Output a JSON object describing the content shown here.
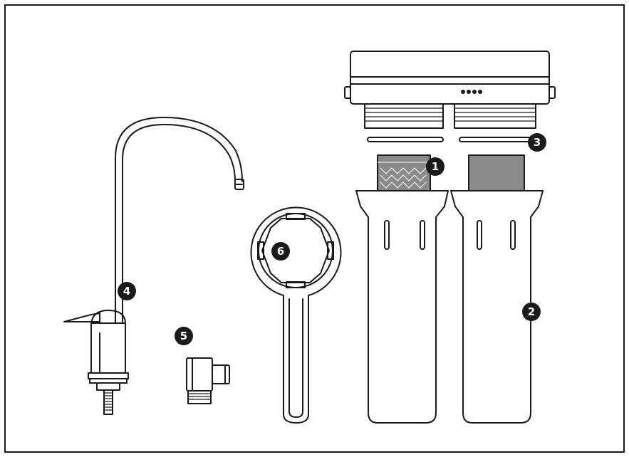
{
  "callouts": {
    "inline_filter": "1",
    "filter_housing": "2",
    "o_ring": "3",
    "faucet": "4",
    "valve": "5",
    "housing_wrench": "6"
  },
  "colors": {
    "line": "#1a1a1a",
    "cartridge_gray": "#8a8a8a",
    "frame": "#1a1a1a",
    "background": "#ffffff"
  }
}
